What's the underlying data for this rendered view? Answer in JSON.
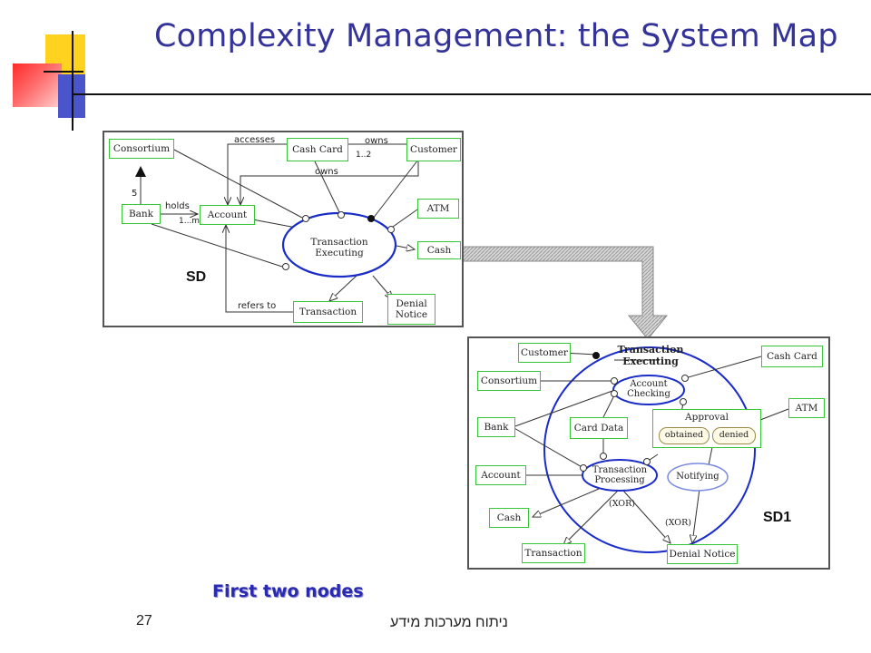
{
  "slide": {
    "title": "Complexity Management: the System Map",
    "caption": "First two nodes",
    "page_number": "27",
    "footer": "ניתוח מערכות מידע"
  },
  "sd": {
    "tag": "SD",
    "nodes": {
      "consortium": "Consortium",
      "cash_card": "Cash Card",
      "customer": "Customer",
      "atm": "ATM",
      "bank": "Bank",
      "account": "Account",
      "cash": "Cash",
      "transaction": "Transaction",
      "denial_notice_line1": "Denial",
      "denial_notice_line2": "Notice",
      "transaction_executing_line1": "Transaction",
      "transaction_executing_line2": "Executing"
    },
    "labels": {
      "accesses": "accesses",
      "owns_top": "owns",
      "owns_card_mult": "1..2",
      "owns_mid": "owns",
      "holds": "holds",
      "holds_mult": "1...m",
      "consortium_mult": "5",
      "refers_to": "refers to"
    }
  },
  "sd1": {
    "tag": "SD1",
    "nodes": {
      "customer": "Customer",
      "consortium": "Consortium",
      "bank": "Bank",
      "account": "Account",
      "cash": "Cash",
      "transaction": "Transaction",
      "denial_notice": "Denial Notice",
      "cash_card": "Cash Card",
      "atm": "ATM",
      "card_data": "Card Data",
      "transaction_executing_line1": "Transaction",
      "transaction_executing_line2": "Executing",
      "account_checking_line1": "Account",
      "account_checking_line2": "Checking",
      "approval": "Approval",
      "obtained": "obtained",
      "denied": "denied",
      "transaction_processing_line1": "Transaction",
      "transaction_processing_line2": "Processing",
      "notifying": "Notifying"
    },
    "labels": {
      "xor_1": "(XOR)",
      "xor_2": "(XOR)"
    }
  },
  "colors": {
    "title": "#33339a",
    "node_border": "#39c739",
    "process_border": "#1a2cc8",
    "zoom_arrow": "#c8c8c8",
    "caption": "#2a2ab0"
  }
}
